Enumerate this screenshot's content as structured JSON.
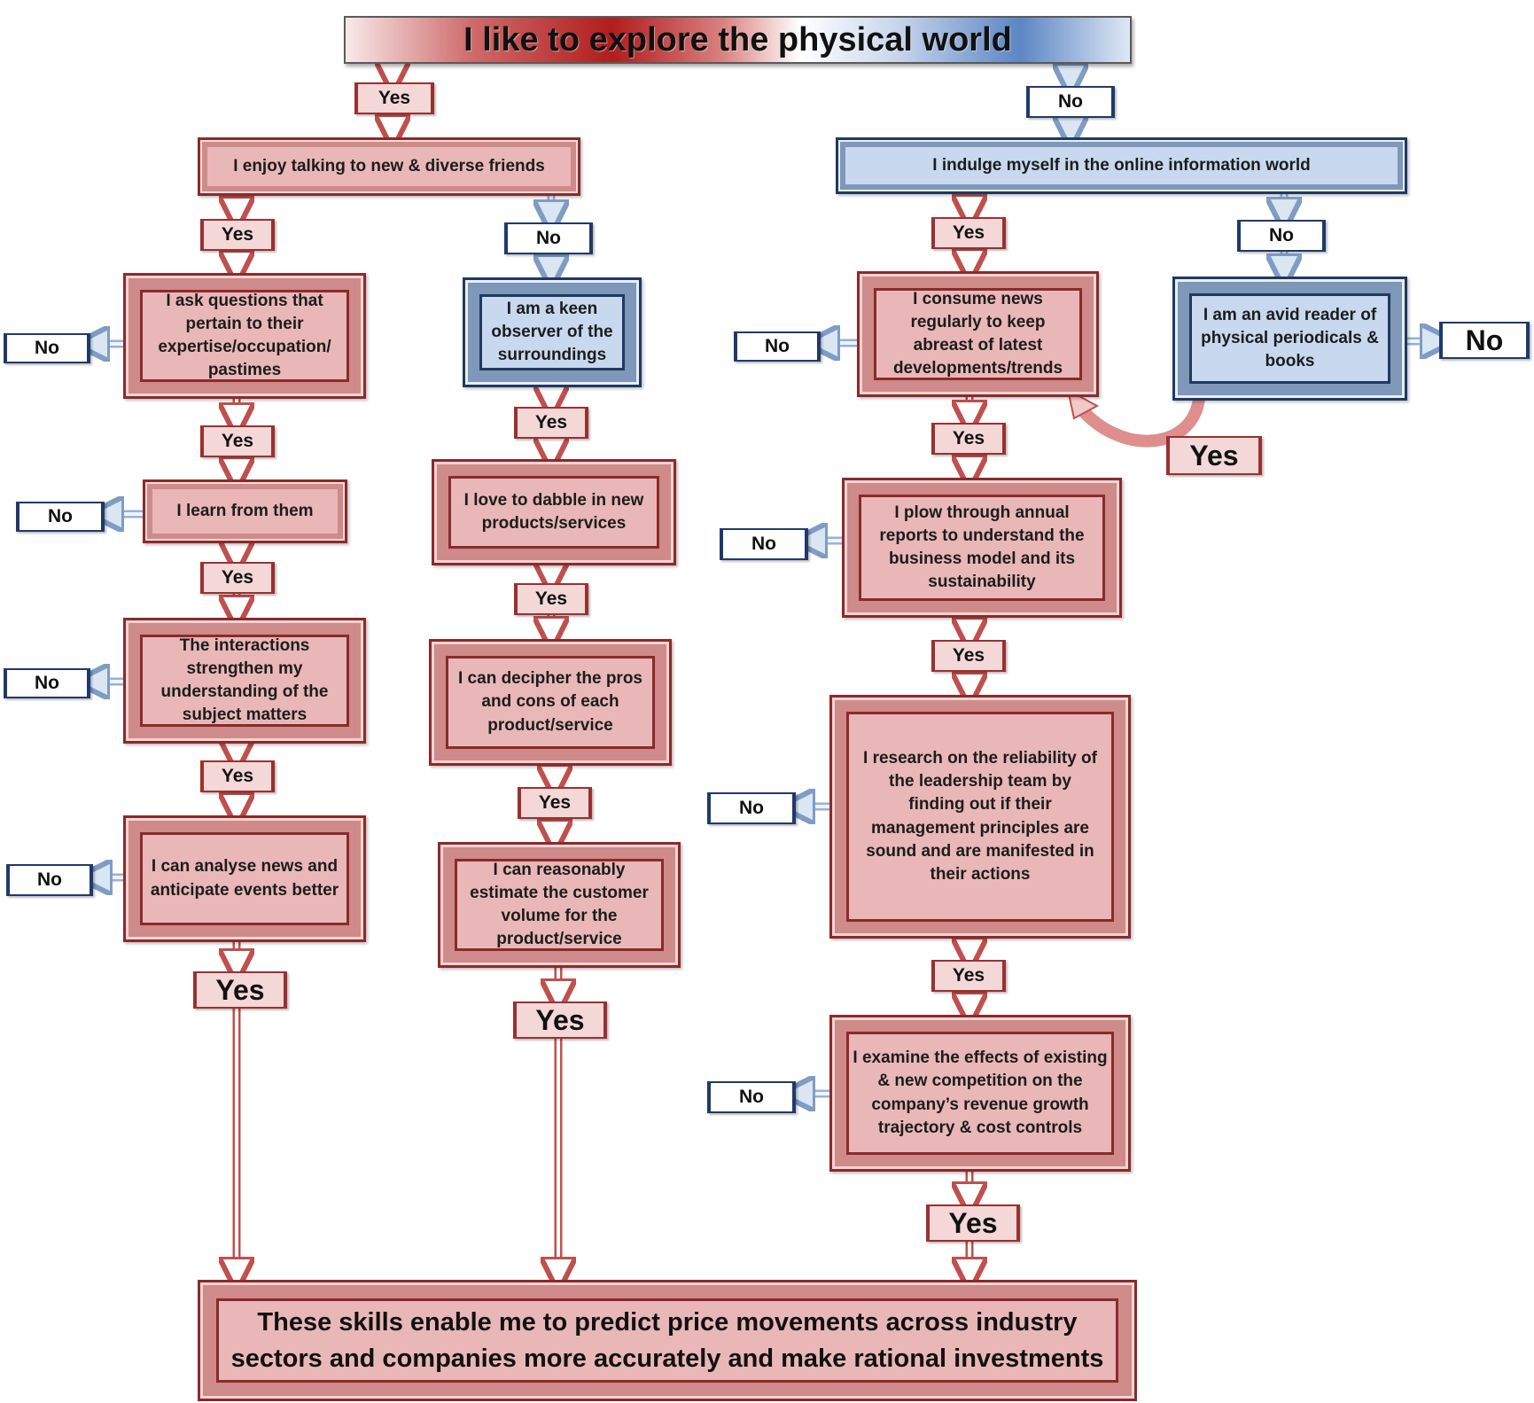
{
  "title": "I like to explore the physical world",
  "labels": {
    "yes": "Yes",
    "no": "No"
  },
  "nodes": {
    "talk_friends": "I enjoy talking to new & diverse friends",
    "online_world": "I indulge myself in the online information world",
    "ask_questions": "I ask questions that pertain to their expertise/occupation/ pastimes",
    "keen_observer": "I am a keen observer of the surroundings",
    "consume_news": "I consume news regularly to keep abreast of latest developments/trends",
    "avid_reader": "I am an avid reader of physical periodicals & books",
    "learn_from_them": "I learn from them",
    "dabble_products": "I love to dabble in new products/services",
    "annual_reports": "I plow through annual reports to understand the business model and its sustainability",
    "interactions": "The interactions strengthen my understanding of the subject matters",
    "pros_cons": "I can decipher the pros and cons of each product/service",
    "leadership": "I research on the reliability of the leadership team by finding out if their management principles are sound and are manifested in their actions",
    "analyse_news": "I can analyse news and anticipate events better",
    "estimate_volume": "I can reasonably estimate the customer volume for the product/service",
    "competition": "I examine the effects of existing & new competition on the company’s revenue growth trajectory & cost controls",
    "conclusion": "These skills enable me to predict price movements across industry sectors and companies more accurately and make rational investments"
  },
  "colors": {
    "yes_path": "#c0504d",
    "no_path": "#95b3d7",
    "red_box": "#e9b7b7",
    "blue_box": "#c8d8ee"
  }
}
